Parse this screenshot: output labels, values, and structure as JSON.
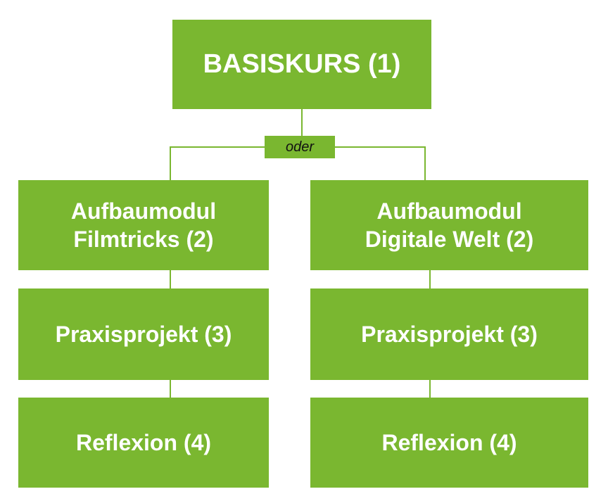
{
  "root": {
    "label": "BASISKURS (1)"
  },
  "connector": {
    "label": "oder"
  },
  "left": {
    "aufbau_line1": "Aufbaumodul",
    "aufbau_line2": "Filmtricks (2)",
    "praxis": "Praxisprojekt (3)",
    "reflexion": "Reflexion (4)"
  },
  "right": {
    "aufbau_line1": "Aufbaumodul",
    "aufbau_line2": "Digitale Welt (2)",
    "praxis": "Praxisprojekt (3)",
    "reflexion": "Reflexion (4)"
  },
  "colors": {
    "box": "#7ab730",
    "text": "#ffffff",
    "connector_text": "#111111"
  }
}
